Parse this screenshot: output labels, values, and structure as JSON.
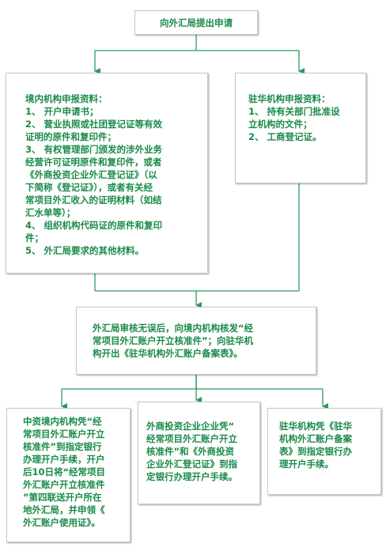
{
  "colors": {
    "text": "#1a8a4a",
    "connector": "#2a9a5a",
    "border": "#c8c8c8"
  },
  "nodes": {
    "start": {
      "lines": [
        "向外汇局提出申请"
      ]
    },
    "domestic": {
      "lines": [
        "境内机构申报资料：",
        "1、 开户申请书；",
        "2、 营业执照或社团登记证等有效",
        "证明的原件和复印件；",
        "3、 有权管理部门颁发的涉外业务",
        "经营许可证明原件和复印件，或者",
        "《外商投资企业外汇登记证》（以",
        "下简称《登记证》），或者有关经",
        "常项目外汇收入的证明材料（如结",
        "汇水单等）；",
        "4、 组织机构代码证的原件和复印",
        "件；",
        "5、 外汇局要求的其他材料。"
      ]
    },
    "foreign": {
      "lines": [
        "驻华机构申报资料：",
        "1、 持有关部门批准设",
        "立机构的文件；",
        "2、 工商登记证。"
      ]
    },
    "review": {
      "lines": [
        "外汇局审核无误后，向境内机构核发“经",
        "常项目外汇账户开立核准件”；向驻华机",
        "构开出《驻华机构外汇账户备案表》。"
      ]
    },
    "leaf1": {
      "lines": [
        "中资境内机构凭“经",
        "常项目外汇账户开立",
        "核准件”到指定银行",
        "办理开户手续，开户",
        "后10日将“经常项目",
        "外汇账户开立核准件",
        "”第四联送开户所在",
        "地外汇局，并申领《",
        "外汇账户使用证》。"
      ]
    },
    "leaf2": {
      "lines": [
        "外商投资企业企业凭“",
        "经常项目外汇账户开立",
        "核准件”和《外商投资",
        "企业外汇登记证》到指",
        "定银行办理开户手续。"
      ]
    },
    "leaf3": {
      "lines": [
        "驻华机构凭《驻华",
        "机构外汇账户备案",
        "表》到指定银行办",
        "理开户手续。"
      ]
    }
  }
}
